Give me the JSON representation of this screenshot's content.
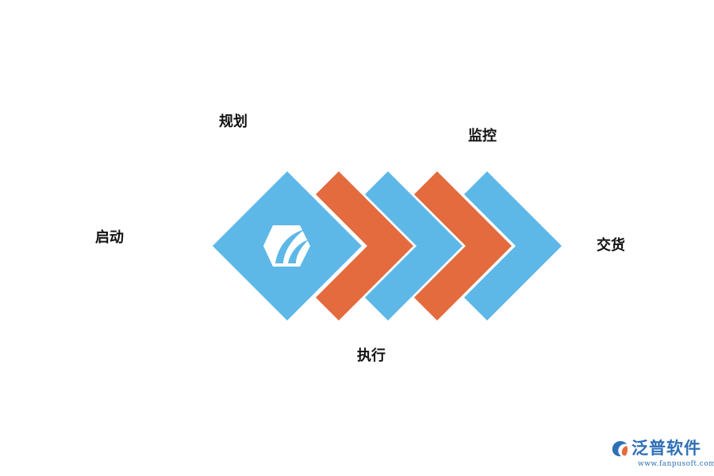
{
  "colors": {
    "blue": "#5DB8E7",
    "orange": "#E36B3E",
    "brand": "#2E6FB7"
  },
  "steps": [
    {
      "key": "start",
      "label": "启动",
      "color": "blue",
      "shape": "diamond-with-icon"
    },
    {
      "key": "plan",
      "label": "规划",
      "color": "orange",
      "shape": "chevron"
    },
    {
      "key": "execute",
      "label": "执行",
      "color": "blue",
      "shape": "chevron"
    },
    {
      "key": "monitor",
      "label": "监控",
      "color": "orange",
      "shape": "chevron"
    },
    {
      "key": "deliver",
      "label": "交货",
      "color": "blue",
      "shape": "chevron"
    }
  ],
  "center_icon": "hexagon-leaf-icon",
  "brand": {
    "name": "泛普软件",
    "url": "www.fanpusoft.com",
    "logo_icon": "fanpu-logo-icon"
  }
}
